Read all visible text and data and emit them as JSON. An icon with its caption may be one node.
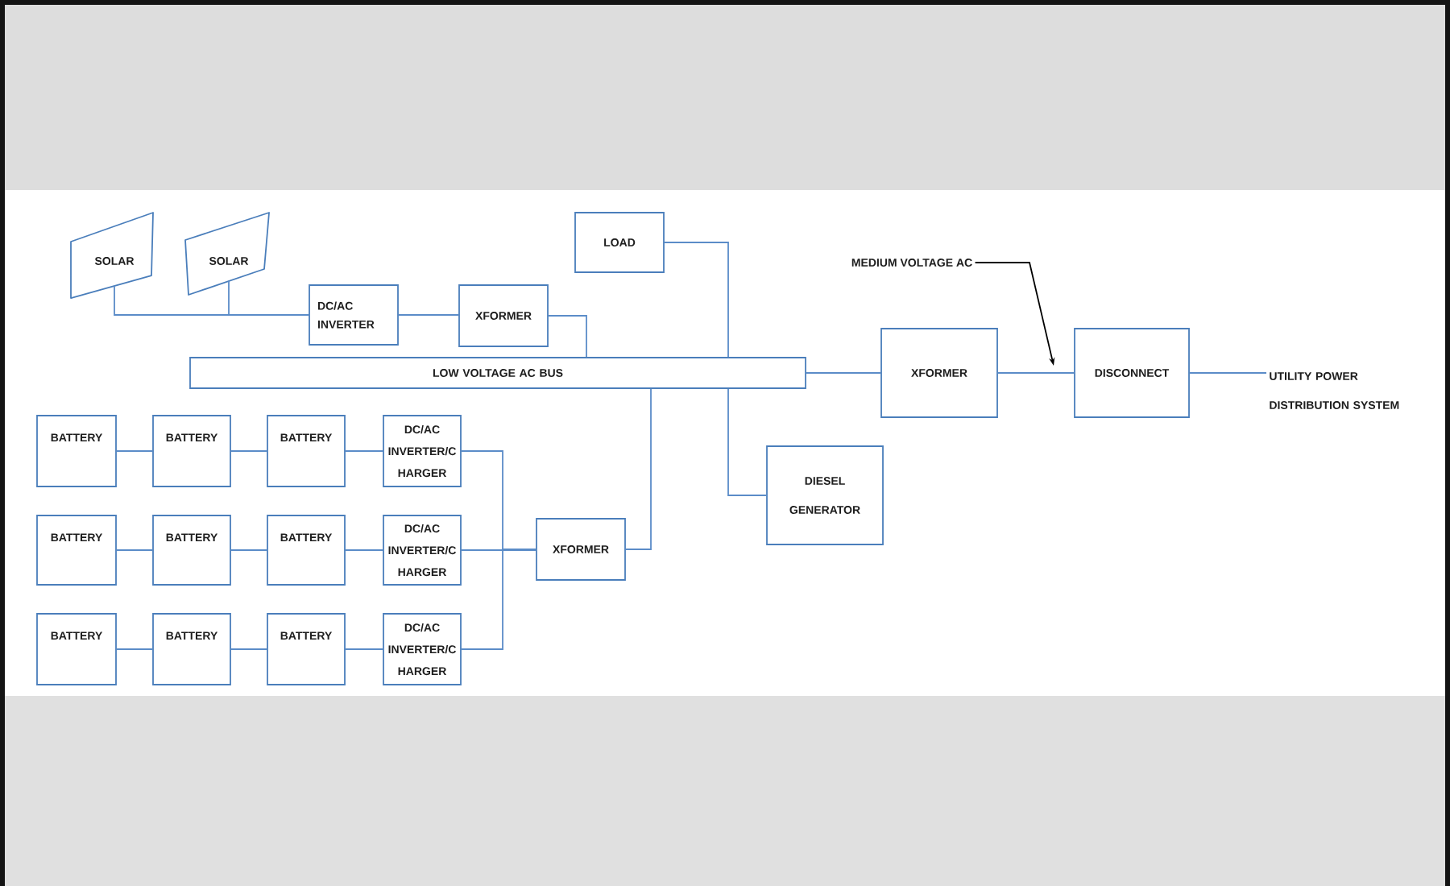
{
  "diagram": {
    "nodes": [
      {
        "text": [
          "SOLAR"
        ]
      },
      {
        "text": [
          "SOLAR"
        ]
      },
      {
        "text": [
          "LOAD"
        ]
      },
      {
        "text": [
          "MEDIUM VOLTAGE AC"
        ]
      },
      {
        "text": [
          "DC/AC INVERTER"
        ]
      },
      {
        "text": [
          "XFORMER"
        ]
      },
      {
        "text": [
          "LOW VOLTAGE AC BUS"
        ]
      },
      {
        "text": [
          "XFORMER"
        ]
      },
      {
        "text": [
          "DISCONNECT"
        ]
      },
      {
        "text": [
          "UTILITY POWER DISTRIBUTION SYSTEM"
        ]
      },
      {
        "text": [
          "BATTERY"
        ]
      },
      {
        "text": [
          "BATTERY"
        ]
      },
      {
        "text": [
          "BATTERY"
        ]
      },
      {
        "text": [
          "DC/AC INVERTER/C HARGER"
        ]
      },
      {
        "text": [
          "DIESEL GENERATOR"
        ]
      },
      {
        "text": [
          "BATTERY"
        ]
      },
      {
        "text": [
          "BATTERY"
        ]
      },
      {
        "text": [
          "BATTERY"
        ]
      },
      {
        "text": [
          "DC/AC INVERTER/C HARGER"
        ]
      },
      {
        "text": [
          "XFORMER"
        ]
      },
      {
        "text": [
          "BATTERY"
        ]
      },
      {
        "text": [
          "BATTERY"
        ]
      },
      {
        "text": [
          "BATTERY"
        ]
      },
      {
        "text": [
          "DC/AC INVERTER/C HARGER"
        ]
      }
    ],
    "edges": [
      {
        "from": 0,
        "to": 4,
        "arrow": "none"
      },
      {
        "from": 1,
        "to": 4,
        "arrow": "none"
      },
      {
        "from": 4,
        "to": 5,
        "arrow": "none"
      },
      {
        "from": 5,
        "to": 6,
        "arrow": "none"
      },
      {
        "from": 2,
        "to": 6,
        "arrow": "none"
      },
      {
        "from": 6,
        "to": 7,
        "arrow": "none"
      },
      {
        "from": 7,
        "to": 8,
        "arrow": "none"
      },
      {
        "from": 8,
        "to": 9,
        "arrow": "none"
      },
      {
        "from": 3,
        "to": null,
        "arrow": "to",
        "color": "#000000"
      },
      {
        "from": 6,
        "to": 14,
        "arrow": "none"
      },
      {
        "from": 6,
        "to": 19,
        "arrow": "none"
      },
      {
        "from": 10,
        "to": 11,
        "arrow": "none"
      },
      {
        "from": 11,
        "to": 12,
        "arrow": "none"
      },
      {
        "from": 12,
        "to": 13,
        "arrow": "none"
      },
      {
        "from": 15,
        "to": 16,
        "arrow": "none"
      },
      {
        "from": 16,
        "to": 17,
        "arrow": "none"
      },
      {
        "from": 17,
        "to": 18,
        "arrow": "none"
      },
      {
        "from": 20,
        "to": 21,
        "arrow": "none"
      },
      {
        "from": 21,
        "to": 22,
        "arrow": "none"
      },
      {
        "from": 22,
        "to": 23,
        "arrow": "none"
      },
      {
        "from": 13,
        "to": 19,
        "arrow": "none"
      },
      {
        "from": 18,
        "to": 19,
        "arrow": "none"
      },
      {
        "from": 23,
        "to": 19,
        "arrow": "none"
      }
    ]
  }
}
